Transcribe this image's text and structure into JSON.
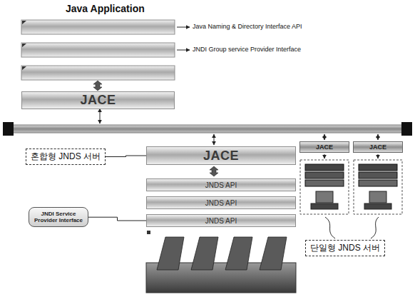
{
  "diagram": {
    "title": "Java Application",
    "nodes": [
      {
        "text": [
          "JACE"
        ]
      },
      {
        "text": [
          "JACE"
        ]
      },
      {
        "text": [
          "JNDS API"
        ]
      },
      {
        "text": [
          "JNDS API"
        ]
      },
      {
        "text": [
          "JNDS API"
        ]
      },
      {
        "text": [
          "JACE"
        ]
      },
      {
        "text": [
          "JACE"
        ]
      },
      {
        "text": [
          "혼합형 JNDS 서버"
        ]
      },
      {
        "text": [
          "JNDI Service Provider Interface"
        ]
      },
      {
        "text": [
          "단일형 JNDS 서버"
        ]
      }
    ],
    "edges": [
      {
        "from": 7,
        "to": 1,
        "arrow": "none"
      },
      {
        "from": 8,
        "to": 4,
        "arrow": "none"
      }
    ],
    "labels": [
      "Java Naming & Directory Interface API",
      "JNDI Group service Provider Interface"
    ]
  }
}
